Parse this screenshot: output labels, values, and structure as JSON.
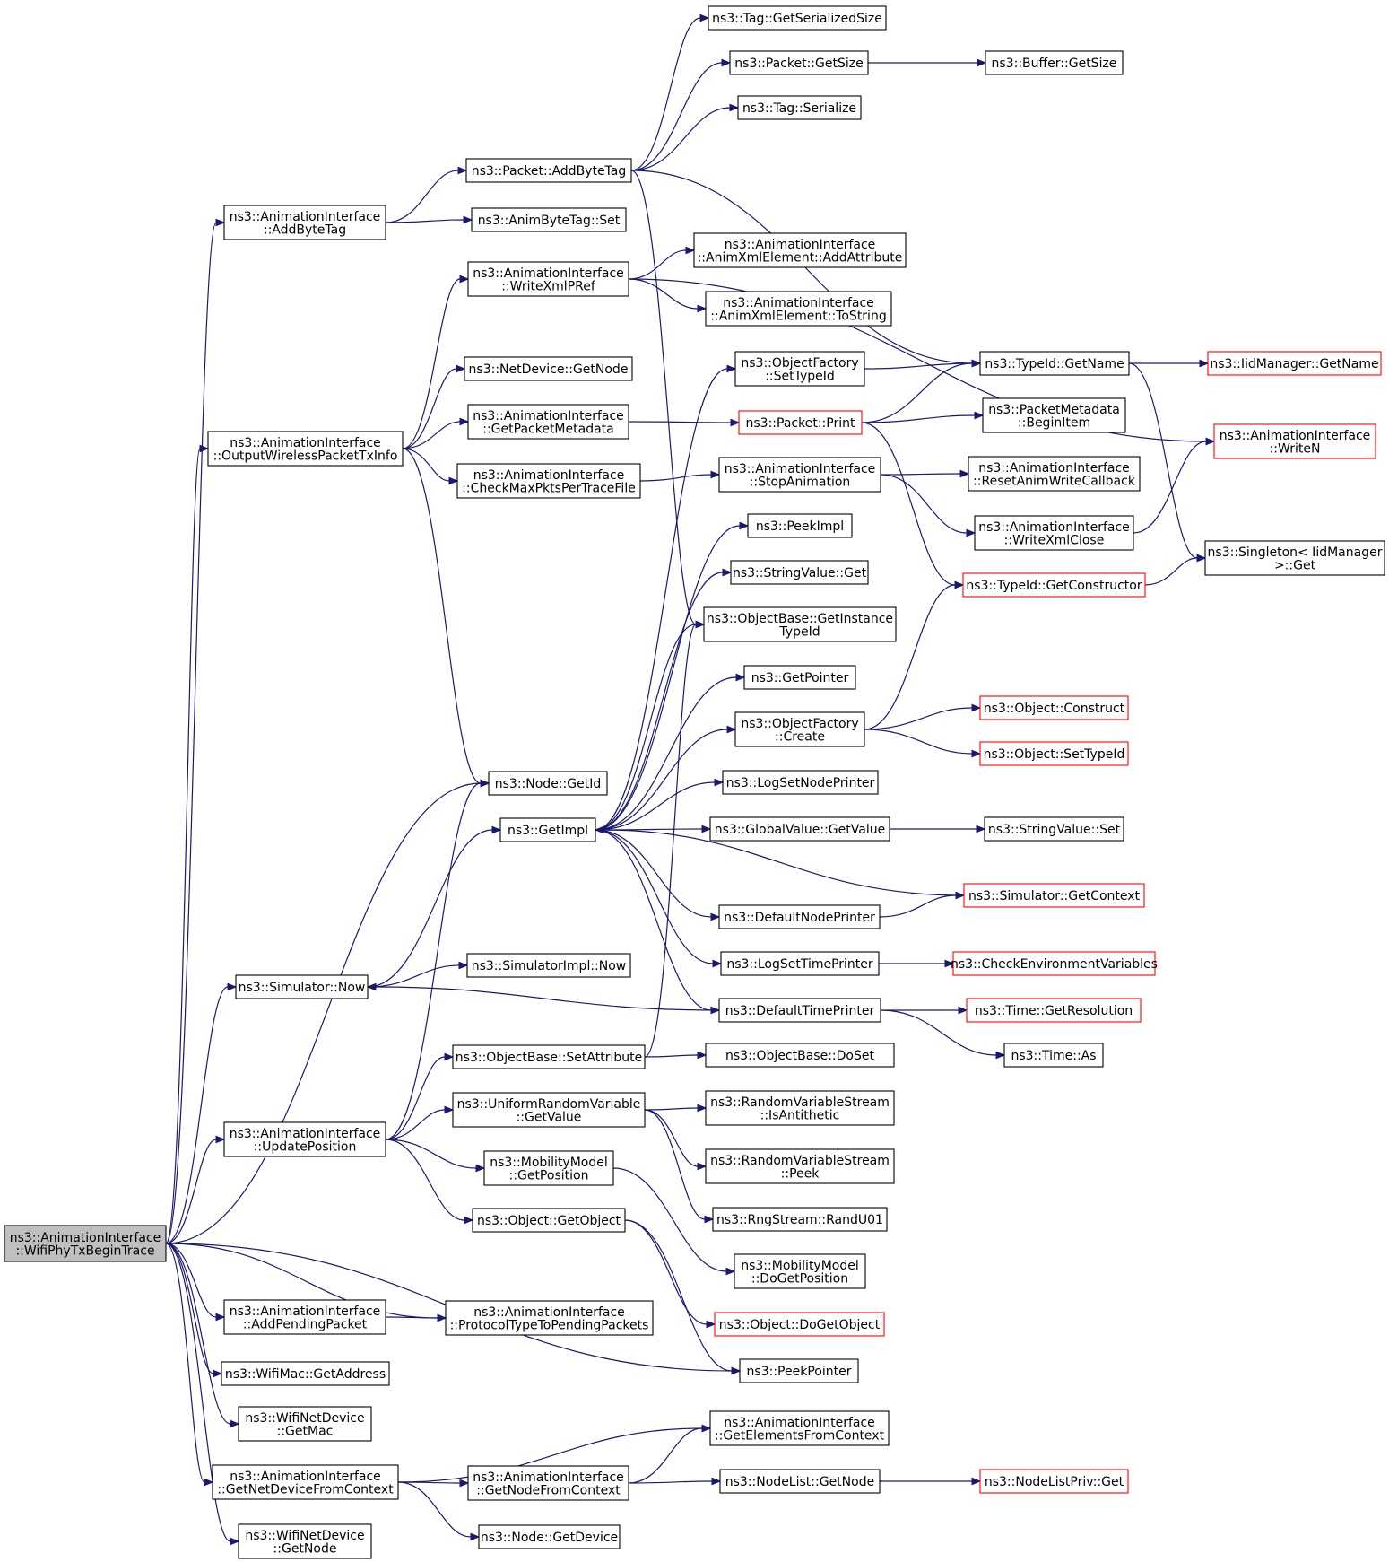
{
  "nodes": [
    {
      "id": "root",
      "lines": [
        "ns3::AnimationInterface",
        "::WifiPhyTxBeginTrace"
      ],
      "style": "root"
    },
    {
      "id": "addByteTag",
      "lines": [
        "ns3::AnimationInterface",
        "::AddByteTag"
      ]
    },
    {
      "id": "outputWireless",
      "lines": [
        "ns3::AnimationInterface",
        "::OutputWirelessPacketTxInfo"
      ]
    },
    {
      "id": "nodeGetId",
      "lines": [
        "ns3::Node::GetId"
      ]
    },
    {
      "id": "getImpl",
      "lines": [
        "ns3::GetImpl"
      ]
    },
    {
      "id": "simNow",
      "lines": [
        "ns3::Simulator::Now"
      ]
    },
    {
      "id": "updatePosition",
      "lines": [
        "ns3::AnimationInterface",
        "::UpdatePosition"
      ]
    },
    {
      "id": "addPendingPacket",
      "lines": [
        "ns3::AnimationInterface",
        "::AddPendingPacket"
      ]
    },
    {
      "id": "wifiMacGetAddress",
      "lines": [
        "ns3::WifiMac::GetAddress"
      ]
    },
    {
      "id": "wifiNetDevGetMac",
      "lines": [
        "ns3::WifiNetDevice",
        "::GetMac"
      ]
    },
    {
      "id": "getNetDevFromCtx",
      "lines": [
        "ns3::AnimationInterface",
        "::GetNetDeviceFromContext"
      ]
    },
    {
      "id": "wifiNetDevGetNode",
      "lines": [
        "ns3::WifiNetDevice",
        "::GetNode"
      ]
    },
    {
      "id": "packetAddByteTag",
      "lines": [
        "ns3::Packet::AddByteTag"
      ]
    },
    {
      "id": "animByteTagSet",
      "lines": [
        "ns3::AnimByteTag::Set"
      ]
    },
    {
      "id": "writeXmlPRef",
      "lines": [
        "ns3::AnimationInterface",
        "::WriteXmlPRef"
      ]
    },
    {
      "id": "netDeviceGetNode",
      "lines": [
        "ns3::NetDevice::GetNode"
      ]
    },
    {
      "id": "getPacketMetadata",
      "lines": [
        "ns3::AnimationInterface",
        "::GetPacketMetadata"
      ]
    },
    {
      "id": "checkMaxPkts",
      "lines": [
        "ns3::AnimationInterface",
        "::CheckMaxPktsPerTraceFile"
      ]
    },
    {
      "id": "simImplNow",
      "lines": [
        "ns3::SimulatorImpl::Now"
      ]
    },
    {
      "id": "objBaseSetAttr",
      "lines": [
        "ns3::ObjectBase::SetAttribute"
      ]
    },
    {
      "id": "uniformGetValue",
      "lines": [
        "ns3::UniformRandomVariable",
        "::GetValue"
      ]
    },
    {
      "id": "mobilityGetPos",
      "lines": [
        "ns3::MobilityModel",
        "::GetPosition"
      ]
    },
    {
      "id": "objectGetObject",
      "lines": [
        "ns3::Object::GetObject"
      ]
    },
    {
      "id": "protoTypeToPending",
      "lines": [
        "ns3::AnimationInterface",
        "::ProtocolTypeToPendingPackets"
      ]
    },
    {
      "id": "getNodeFromCtx",
      "lines": [
        "ns3::AnimationInterface",
        "::GetNodeFromContext"
      ]
    },
    {
      "id": "nodeGetDevice",
      "lines": [
        "ns3::Node::GetDevice"
      ]
    },
    {
      "id": "tagGetSerSize",
      "lines": [
        "ns3::Tag::GetSerializedSize"
      ]
    },
    {
      "id": "packetGetSize",
      "lines": [
        "ns3::Packet::GetSize"
      ]
    },
    {
      "id": "tagSerialize",
      "lines": [
        "ns3::Tag::Serialize"
      ]
    },
    {
      "id": "animXmlAddAttr",
      "lines": [
        "ns3::AnimationInterface",
        "::AnimXmlElement::AddAttribute"
      ]
    },
    {
      "id": "animXmlToString",
      "lines": [
        "ns3::AnimationInterface",
        "::AnimXmlElement::ToString"
      ]
    },
    {
      "id": "objFactorySetTypeId",
      "lines": [
        "ns3::ObjectFactory",
        "::SetTypeId"
      ]
    },
    {
      "id": "packetPrint",
      "lines": [
        "ns3::Packet::Print"
      ],
      "style": "red"
    },
    {
      "id": "stopAnimation",
      "lines": [
        "ns3::AnimationInterface",
        "::StopAnimation"
      ]
    },
    {
      "id": "peekImpl",
      "lines": [
        "ns3::PeekImpl"
      ]
    },
    {
      "id": "stringValueGet",
      "lines": [
        "ns3::StringValue::Get"
      ]
    },
    {
      "id": "getInstanceTypeId",
      "lines": [
        "ns3::ObjectBase::GetInstance",
        "TypeId"
      ]
    },
    {
      "id": "getPointer",
      "lines": [
        "ns3::GetPointer"
      ]
    },
    {
      "id": "objFactoryCreate",
      "lines": [
        "ns3::ObjectFactory",
        "::Create"
      ]
    },
    {
      "id": "logSetNodePrinter",
      "lines": [
        "ns3::LogSetNodePrinter"
      ]
    },
    {
      "id": "globalValueGetValue",
      "lines": [
        "ns3::GlobalValue::GetValue"
      ]
    },
    {
      "id": "defaultNodePrinter",
      "lines": [
        "ns3::DefaultNodePrinter"
      ]
    },
    {
      "id": "logSetTimePrinter",
      "lines": [
        "ns3::LogSetTimePrinter"
      ]
    },
    {
      "id": "defaultTimePrinter",
      "lines": [
        "ns3::DefaultTimePrinter"
      ]
    },
    {
      "id": "objBaseDoSet",
      "lines": [
        "ns3::ObjectBase::DoSet"
      ]
    },
    {
      "id": "rvsIsAntithetic",
      "lines": [
        "ns3::RandomVariableStream",
        "::IsAntithetic"
      ]
    },
    {
      "id": "rvsPeek",
      "lines": [
        "ns3::RandomVariableStream",
        "::Peek"
      ]
    },
    {
      "id": "rngRandU01",
      "lines": [
        "ns3::RngStream::RandU01"
      ]
    },
    {
      "id": "mobilityDoGetPos",
      "lines": [
        "ns3::MobilityModel",
        "::DoGetPosition"
      ]
    },
    {
      "id": "objectDoGetObject",
      "lines": [
        "ns3::Object::DoGetObject"
      ],
      "style": "red"
    },
    {
      "id": "peekPointer",
      "lines": [
        "ns3::PeekPointer"
      ]
    },
    {
      "id": "getElementsFromCtx",
      "lines": [
        "ns3::AnimationInterface",
        "::GetElementsFromContext"
      ]
    },
    {
      "id": "nodeListGetNode",
      "lines": [
        "ns3::NodeList::GetNode"
      ]
    },
    {
      "id": "bufferGetSize",
      "lines": [
        "ns3::Buffer::GetSize"
      ]
    },
    {
      "id": "typeIdGetName",
      "lines": [
        "ns3::TypeId::GetName"
      ]
    },
    {
      "id": "pktMetaBeginItem",
      "lines": [
        "ns3::PacketMetadata",
        "::BeginItem"
      ]
    },
    {
      "id": "resetAnimWriteCb",
      "lines": [
        "ns3::AnimationInterface",
        "::ResetAnimWriteCallback"
      ]
    },
    {
      "id": "writeXmlClose",
      "lines": [
        "ns3::AnimationInterface",
        "::WriteXmlClose"
      ]
    },
    {
      "id": "typeIdGetConstructor",
      "lines": [
        "ns3::TypeId::GetConstructor"
      ],
      "style": "red"
    },
    {
      "id": "objectConstruct",
      "lines": [
        "ns3::Object::Construct"
      ],
      "style": "red"
    },
    {
      "id": "objectSetTypeId",
      "lines": [
        "ns3::Object::SetTypeId"
      ],
      "style": "red"
    },
    {
      "id": "stringValueSet",
      "lines": [
        "ns3::StringValue::Set"
      ]
    },
    {
      "id": "simGetContext",
      "lines": [
        "ns3::Simulator::GetContext"
      ],
      "style": "red"
    },
    {
      "id": "checkEnvVars",
      "lines": [
        "ns3::CheckEnvironmentVariables"
      ],
      "style": "red"
    },
    {
      "id": "timeGetResolution",
      "lines": [
        "ns3::Time::GetResolution"
      ],
      "style": "red"
    },
    {
      "id": "timeAs",
      "lines": [
        "ns3::Time::As"
      ]
    },
    {
      "id": "nodeListPrivGet",
      "lines": [
        "ns3::NodeListPriv::Get"
      ],
      "style": "red"
    },
    {
      "id": "iidManagerGetName",
      "lines": [
        "ns3::IidManager::GetName"
      ],
      "style": "red"
    },
    {
      "id": "writeN",
      "lines": [
        "ns3::AnimationInterface",
        "::WriteN"
      ],
      "style": "red"
    },
    {
      "id": "singletonGet",
      "lines": [
        "ns3::Singleton< IidManager",
        ">::Get"
      ]
    }
  ],
  "edges": [
    [
      "root",
      "addByteTag"
    ],
    [
      "root",
      "outputWireless"
    ],
    [
      "root",
      "nodeGetId"
    ],
    [
      "root",
      "simNow"
    ],
    [
      "root",
      "updatePosition"
    ],
    [
      "root",
      "addPendingPacket"
    ],
    [
      "root",
      "protoTypeToPending"
    ],
    [
      "root",
      "peekPointer"
    ],
    [
      "root",
      "wifiMacGetAddress"
    ],
    [
      "root",
      "wifiNetDevGetMac"
    ],
    [
      "root",
      "getNetDevFromCtx"
    ],
    [
      "root",
      "wifiNetDevGetNode"
    ],
    [
      "addByteTag",
      "packetAddByteTag"
    ],
    [
      "addByteTag",
      "animByteTagSet"
    ],
    [
      "packetAddByteTag",
      "tagGetSerSize"
    ],
    [
      "packetAddByteTag",
      "packetGetSize"
    ],
    [
      "packetAddByteTag",
      "tagSerialize"
    ],
    [
      "packetAddByteTag",
      "typeIdGetName"
    ],
    [
      "packetAddByteTag",
      "getInstanceTypeId"
    ],
    [
      "packetGetSize",
      "bufferGetSize"
    ],
    [
      "outputWireless",
      "writeXmlPRef"
    ],
    [
      "outputWireless",
      "netDeviceGetNode"
    ],
    [
      "outputWireless",
      "getPacketMetadata"
    ],
    [
      "outputWireless",
      "checkMaxPkts"
    ],
    [
      "outputWireless",
      "nodeGetId"
    ],
    [
      "writeXmlPRef",
      "animXmlAddAttr"
    ],
    [
      "writeXmlPRef",
      "animXmlToString"
    ],
    [
      "writeXmlPRef",
      "writeN"
    ],
    [
      "getPacketMetadata",
      "packetPrint"
    ],
    [
      "checkMaxPkts",
      "stopAnimation"
    ],
    [
      "packetPrint",
      "typeIdGetName"
    ],
    [
      "packetPrint",
      "pktMetaBeginItem"
    ],
    [
      "packetPrint",
      "typeIdGetConstructor"
    ],
    [
      "stopAnimation",
      "resetAnimWriteCb"
    ],
    [
      "stopAnimation",
      "writeXmlClose"
    ],
    [
      "writeXmlClose",
      "writeN"
    ],
    [
      "typeIdGetName",
      "iidManagerGetName"
    ],
    [
      "typeIdGetName",
      "singletonGet"
    ],
    [
      "typeIdGetConstructor",
      "singletonGet"
    ],
    [
      "objFactorySetTypeId",
      "typeIdGetName"
    ],
    [
      "getImpl",
      "objFactorySetTypeId"
    ],
    [
      "getImpl",
      "peekImpl"
    ],
    [
      "getImpl",
      "stringValueGet"
    ],
    [
      "getImpl",
      "getInstanceTypeId"
    ],
    [
      "getImpl",
      "getPointer"
    ],
    [
      "getImpl",
      "objFactoryCreate"
    ],
    [
      "getImpl",
      "logSetNodePrinter"
    ],
    [
      "getImpl",
      "globalValueGetValue"
    ],
    [
      "getImpl",
      "defaultNodePrinter"
    ],
    [
      "getImpl",
      "logSetTimePrinter"
    ],
    [
      "getImpl",
      "defaultTimePrinter"
    ],
    [
      "objFactoryCreate",
      "typeIdGetConstructor"
    ],
    [
      "objFactoryCreate",
      "objectConstruct"
    ],
    [
      "objFactoryCreate",
      "objectSetTypeId"
    ],
    [
      "globalValueGetValue",
      "stringValueSet"
    ],
    [
      "defaultNodePrinter",
      "simGetContext"
    ],
    [
      "simGetContext",
      "getImpl"
    ],
    [
      "logSetTimePrinter",
      "checkEnvVars"
    ],
    [
      "defaultTimePrinter",
      "simNow"
    ],
    [
      "defaultTimePrinter",
      "timeGetResolution"
    ],
    [
      "defaultTimePrinter",
      "timeAs"
    ],
    [
      "simNow",
      "getImpl"
    ],
    [
      "simNow",
      "simImplNow"
    ],
    [
      "updatePosition",
      "nodeGetId"
    ],
    [
      "updatePosition",
      "objBaseSetAttr"
    ],
    [
      "updatePosition",
      "uniformGetValue"
    ],
    [
      "updatePosition",
      "mobilityGetPos"
    ],
    [
      "updatePosition",
      "objectGetObject"
    ],
    [
      "objBaseSetAttr",
      "objBaseDoSet"
    ],
    [
      "objBaseSetAttr",
      "getInstanceTypeId"
    ],
    [
      "uniformGetValue",
      "rvsIsAntithetic"
    ],
    [
      "uniformGetValue",
      "rvsPeek"
    ],
    [
      "uniformGetValue",
      "rngRandU01"
    ],
    [
      "mobilityGetPos",
      "mobilityDoGetPos"
    ],
    [
      "objectGetObject",
      "objectDoGetObject"
    ],
    [
      "objectGetObject",
      "peekPointer"
    ],
    [
      "addPendingPacket",
      "protoTypeToPending"
    ],
    [
      "getNetDevFromCtx",
      "getElementsFromCtx"
    ],
    [
      "getNetDevFromCtx",
      "getNodeFromCtx"
    ],
    [
      "getNetDevFromCtx",
      "nodeGetDevice"
    ],
    [
      "getNodeFromCtx",
      "getElementsFromCtx"
    ],
    [
      "getNodeFromCtx",
      "nodeListGetNode"
    ],
    [
      "nodeListGetNode",
      "nodeListPrivGet"
    ]
  ]
}
